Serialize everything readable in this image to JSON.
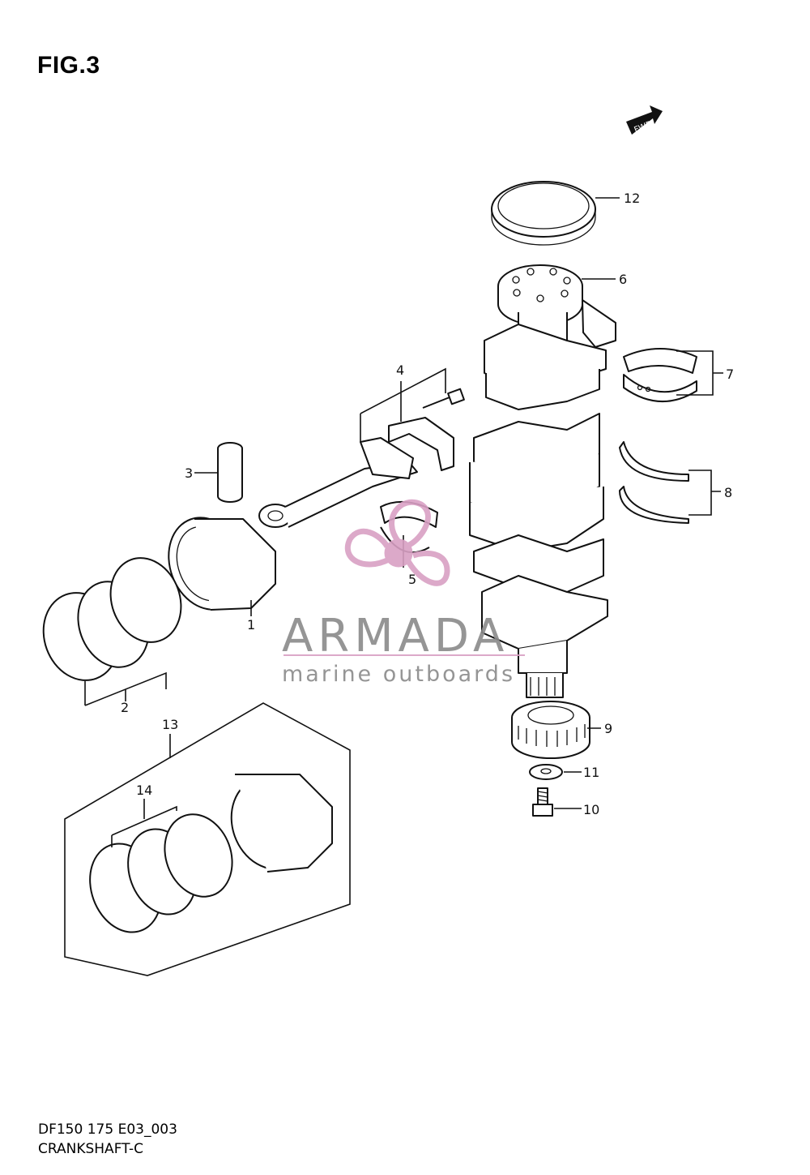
{
  "figure": {
    "title": "FIG.3"
  },
  "direction_marker": {
    "text": "FWD",
    "icon": "fwd-arrow-icon"
  },
  "callouts": [
    "1",
    "2",
    "3",
    "4",
    "5",
    "6",
    "7",
    "8",
    "9",
    "10",
    "11",
    "12",
    "13",
    "14"
  ],
  "watermark": {
    "brand": "ARMADA",
    "tagline": "marine outboards",
    "logo_color": "#d9a0c4",
    "text_color": "#8a8a8a"
  },
  "footer": {
    "model_code": "DF150 175 E03_003",
    "section_name": "CRANKSHAFT-C"
  }
}
